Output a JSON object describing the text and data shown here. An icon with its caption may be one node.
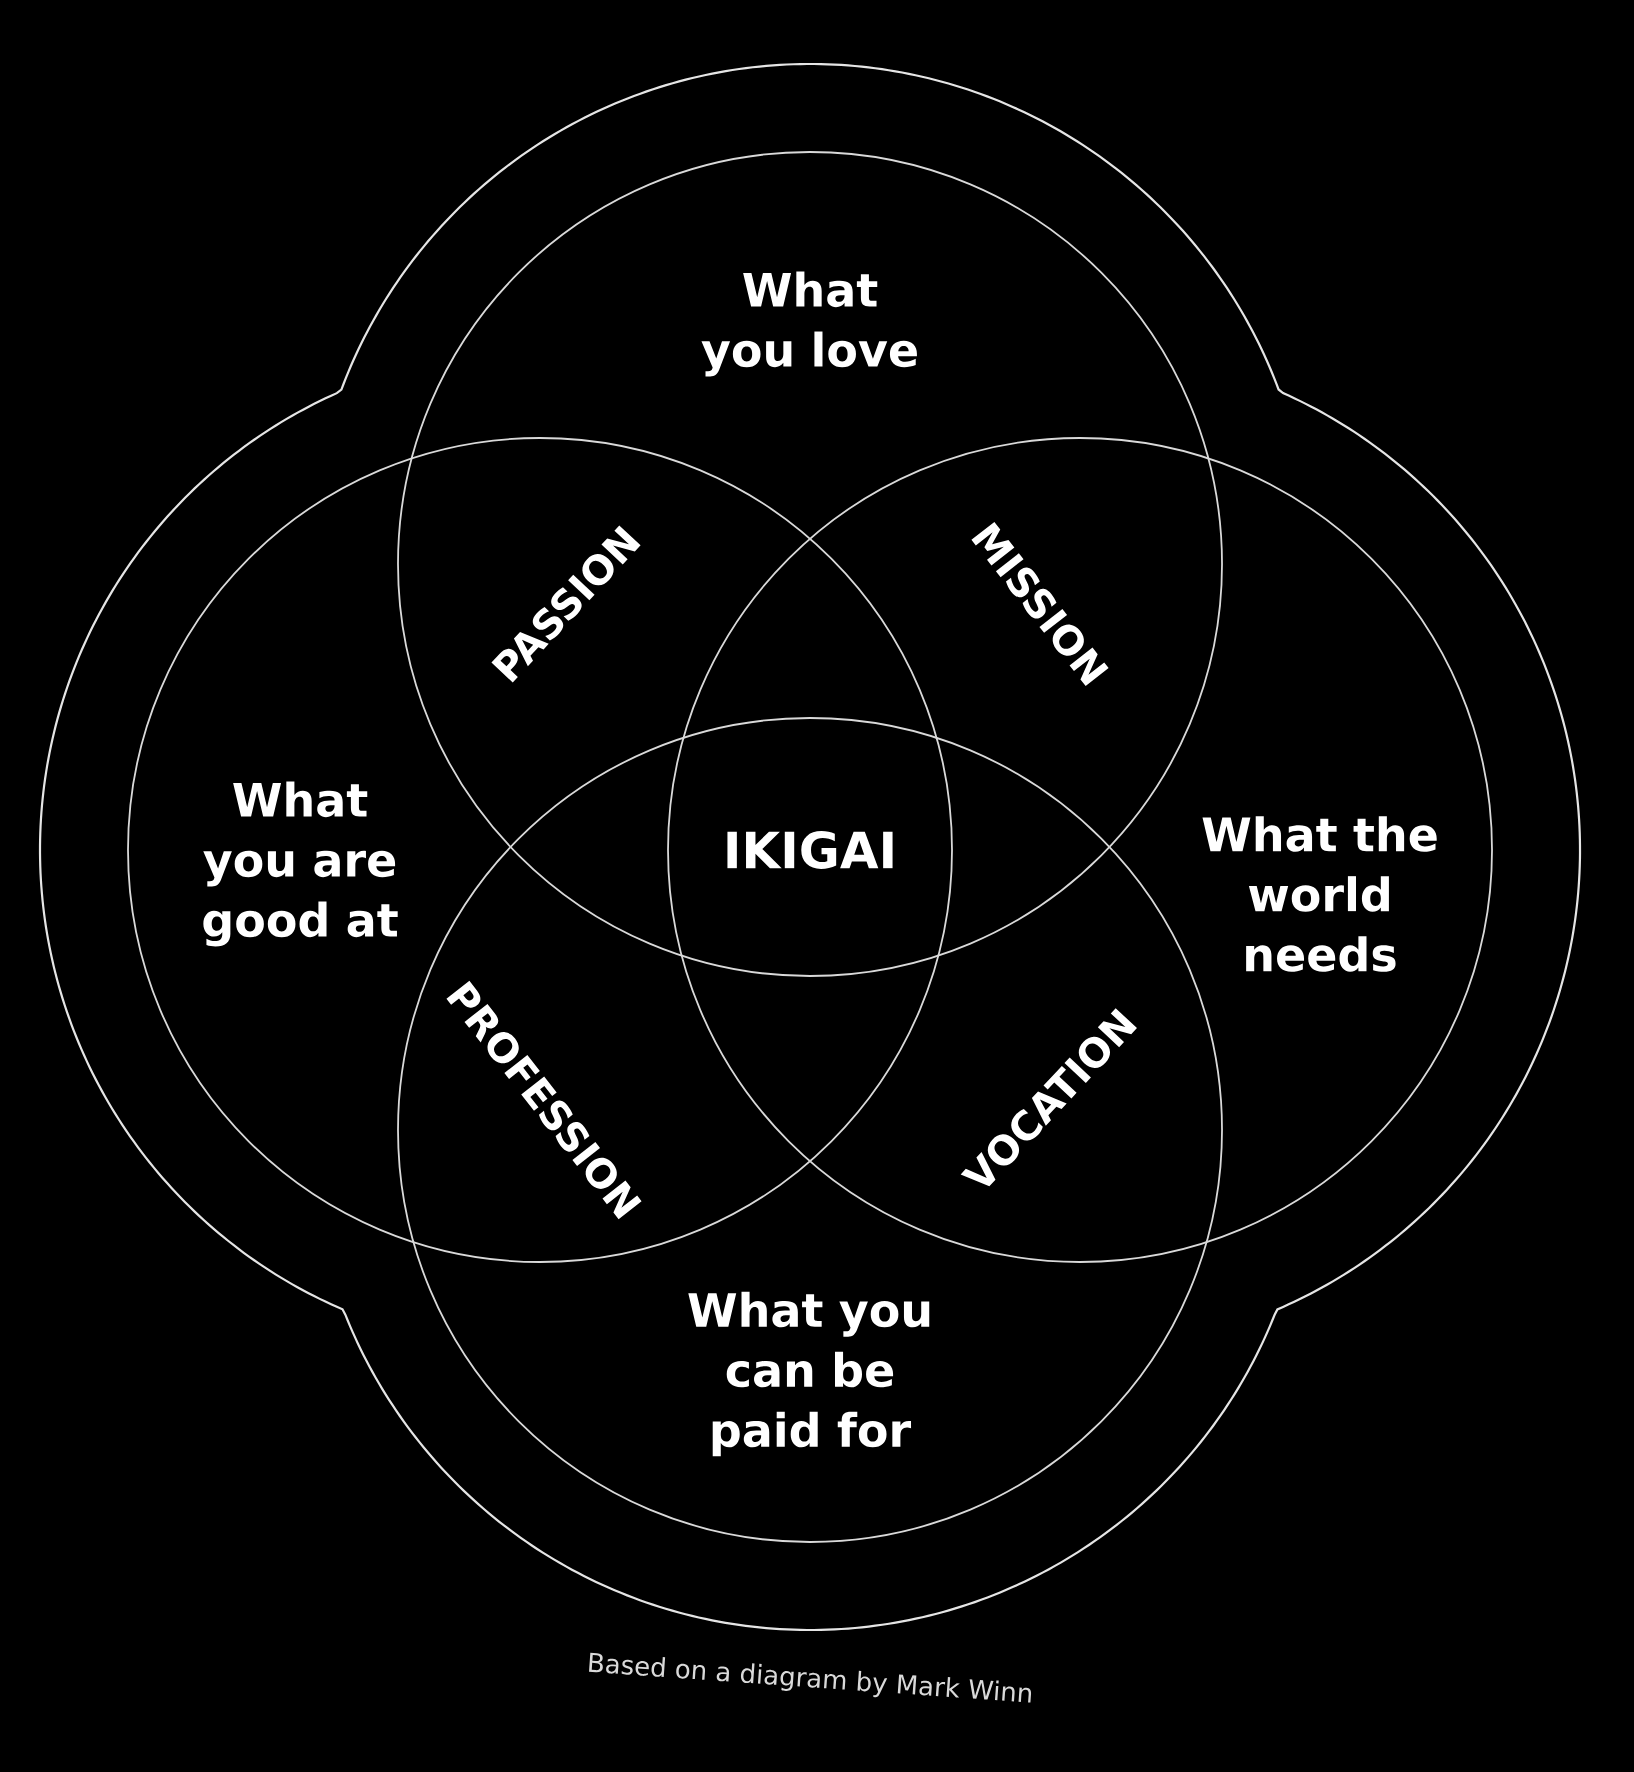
{
  "diagram": {
    "caption": "Based on a diagram by Mark Winn",
    "nodes": [
      {
        "text": [
          "What you love"
        ]
      },
      {
        "text": [
          "What you are good at"
        ]
      },
      {
        "text": [
          "What the world needs"
        ]
      },
      {
        "text": [
          "What you can be paid for"
        ]
      }
    ],
    "labels": [
      "PASSION",
      "MISSION",
      "IKIGAI",
      "PROFESSION",
      "VOCATION"
    ]
  }
}
